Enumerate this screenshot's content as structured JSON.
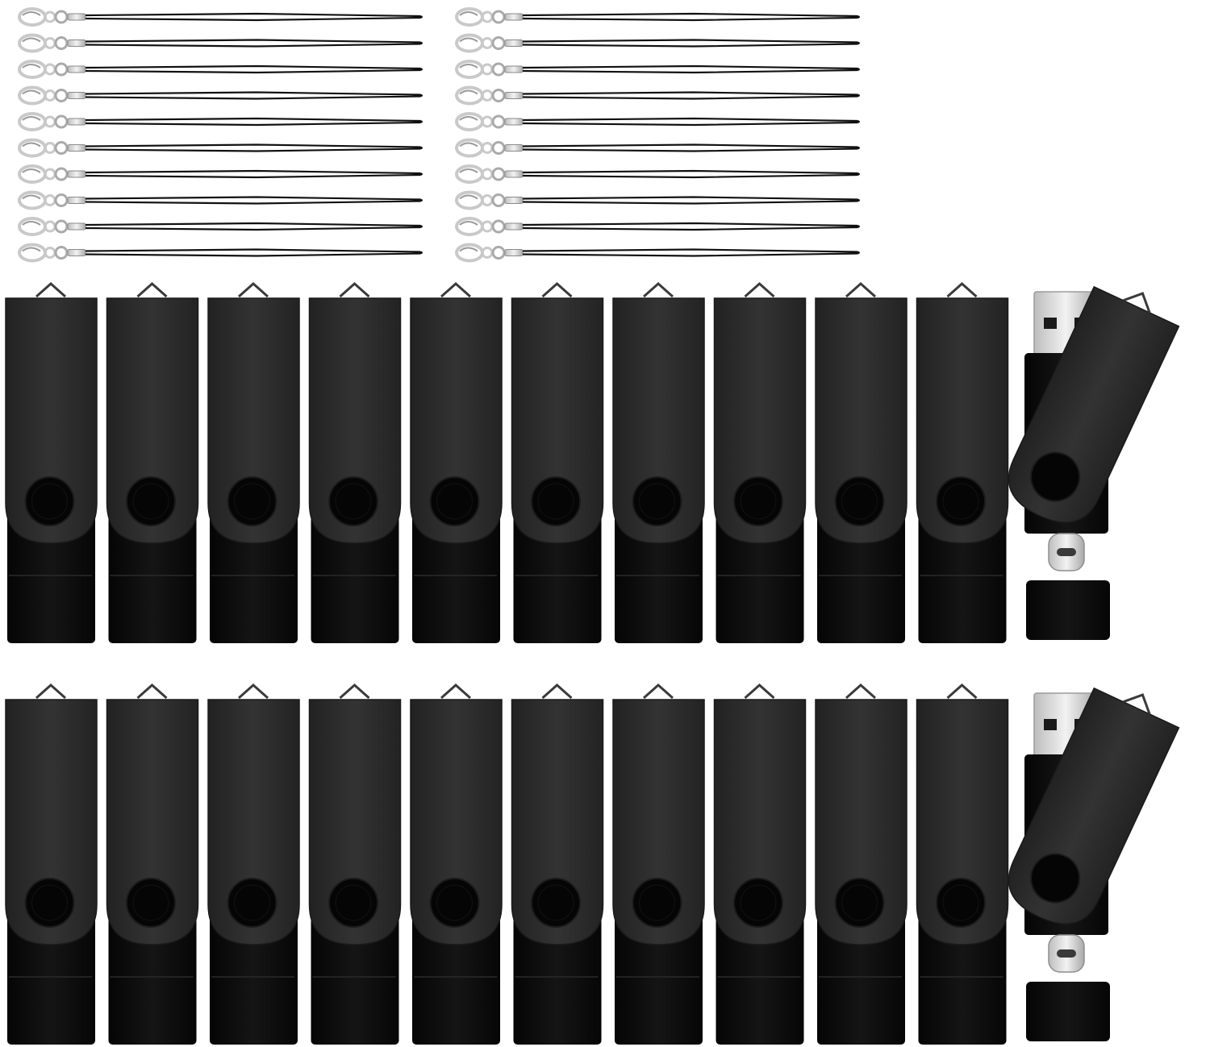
{
  "image": {
    "background_color": "#ffffff",
    "lanyard_groups": [
      {
        "name": "lanyard-group-left",
        "count": 10
      },
      {
        "name": "lanyard-group-right",
        "count": 10
      }
    ],
    "drive_rows": [
      {
        "name": "drive-row-top",
        "closed_drives": 10,
        "open_drives": 1
      },
      {
        "name": "drive-row-bottom",
        "closed_drives": 10,
        "open_drives": 1
      }
    ],
    "colors": {
      "swivel_cover": "#2b2b2b",
      "drive_body": "#0e0e0e",
      "lanyard_cord": "#111111",
      "clasp_metal": "#c9c9c9",
      "usb_metal": "#e6e6e6"
    },
    "icons": [
      "lobster-clasp-icon",
      "usb-a-connector-icon",
      "usb-c-connector-icon"
    ]
  }
}
